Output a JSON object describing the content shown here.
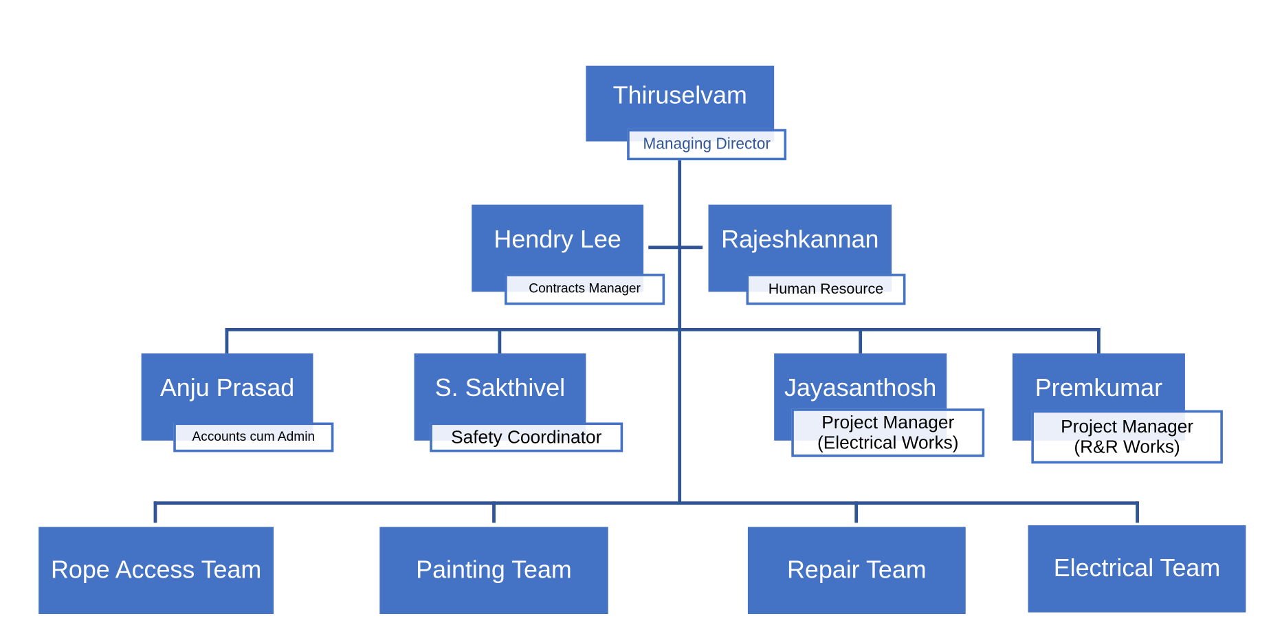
{
  "colors": {
    "box": "#4472C4",
    "line": "#2F5597",
    "title_text": "#2F5597"
  },
  "top": {
    "name": "Thiruselvam",
    "title": "Managing Director"
  },
  "advisors": [
    {
      "name": "Hendry Lee",
      "title": "Contracts Manager"
    },
    {
      "name": "Rajeshkannan",
      "title": "Human Resource"
    }
  ],
  "managers": [
    {
      "name": "Anju Prasad",
      "title": "Accounts cum Admin"
    },
    {
      "name": "S. Sakthivel",
      "title": "Safety Coordinator"
    },
    {
      "name": "Jayasanthosh",
      "title_line1": "Project Manager",
      "title_line2": "(Electrical Works)"
    },
    {
      "name": "Premkumar",
      "title_line1": "Project Manager",
      "title_line2": "(R&R Works)"
    }
  ],
  "teams": [
    "Rope Access Team",
    "Painting Team",
    "Repair Team",
    "Electrical Team"
  ]
}
